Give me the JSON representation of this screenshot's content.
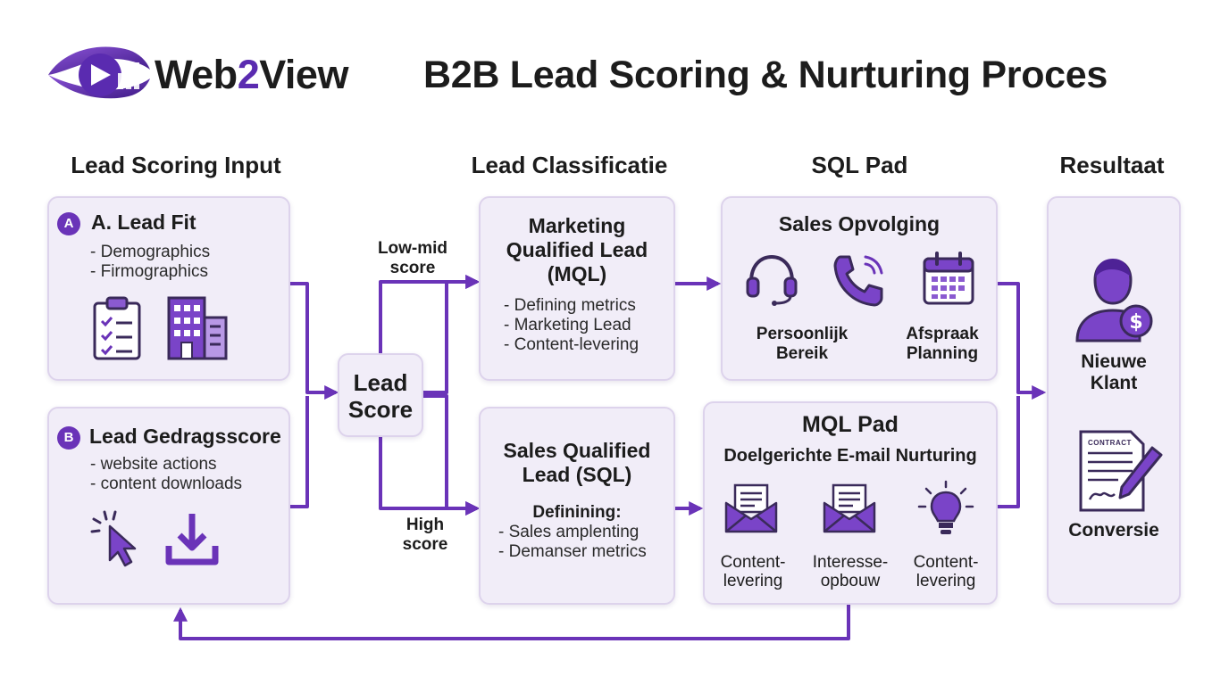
{
  "brand": {
    "name_prefix": "Web",
    "name_accent": "2",
    "name_suffix": "View"
  },
  "title": "B2B Lead Scoring & Nurturing Proces",
  "columns": {
    "input": "Lead Scoring Input",
    "classification": "Lead Classificatie",
    "sql_path": "SQL Pad",
    "result": "Resultaat"
  },
  "lead_fit": {
    "badge": "A",
    "title": "A. Lead Fit",
    "items": [
      "- Demographics",
      "- Firmographics"
    ]
  },
  "behavior": {
    "badge": "B",
    "title": "Lead Gedragsscore",
    "items": [
      "- website actions",
      "- content downloads"
    ]
  },
  "lead_score": {
    "line1": "Lead",
    "line2": "Score"
  },
  "branches": {
    "low_mid": [
      "Low-mid",
      "score"
    ],
    "high": [
      "High",
      "score"
    ]
  },
  "mql": {
    "title": [
      "Marketing",
      "Qualified Lead",
      "(MQL)"
    ],
    "items": [
      "- Defining metrics",
      "- Marketing Lead",
      "- Content-levering"
    ]
  },
  "sql": {
    "title": [
      "Sales Qualified",
      "Lead (SQL)"
    ],
    "subtitle": "Definining:",
    "items": [
      "- Sales amplenting",
      "- Demanser metrics"
    ]
  },
  "sales_followup": {
    "title": "Sales Opvolging",
    "step1": [
      "Persoonlijk",
      "Bereik"
    ],
    "step2": [
      "Afspraak",
      "Planning"
    ]
  },
  "mql_path": {
    "title": "MQL Pad",
    "subtitle": "Doelgerichte E-mail Nurturing",
    "step1": [
      "Content-",
      "levering"
    ],
    "step2": [
      "Interesse-",
      "opbouw"
    ],
    "step3": [
      "Content-",
      "levering"
    ]
  },
  "result": {
    "new_client": [
      "Nieuwe",
      "Klant"
    ],
    "contract_label": "CONTRACT",
    "conversion": "Conversie"
  },
  "colors": {
    "accent": "#6a33b8",
    "card_bg": "#f1edf8",
    "card_border": "#ddd3ec"
  }
}
